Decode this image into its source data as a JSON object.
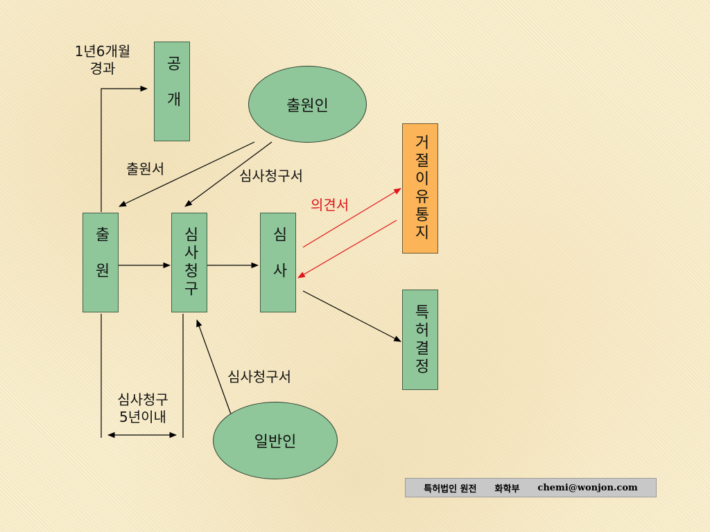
{
  "boxes": {
    "publication": "공개",
    "application": "출원",
    "exam_request": "심사청구",
    "examination": "심사",
    "rejection_notice": "거절이유통지",
    "patent_decision": "특허결정"
  },
  "ovals": {
    "applicant": "출원인",
    "third_party": "일반인"
  },
  "labels": {
    "publication_period_1": "1년6개월",
    "publication_period_2": "경과",
    "application_doc": "출원서",
    "exam_request_doc_top": "심사청구서",
    "opinion_doc": "의견서",
    "exam_request_doc_bottom": "심사청구서",
    "request_deadline_1": "심사청구",
    "request_deadline_2": "5년이내"
  },
  "footer": {
    "firm": "특허법인 원전",
    "department": "화학부",
    "email": "chemi@wonjon.com"
  },
  "colors": {
    "box_fill": "#8fc79a",
    "rejection_fill": "#fbb457",
    "arrow": "#000000",
    "opinion_arrow": "#e0141a",
    "background": "#f7eccb"
  }
}
